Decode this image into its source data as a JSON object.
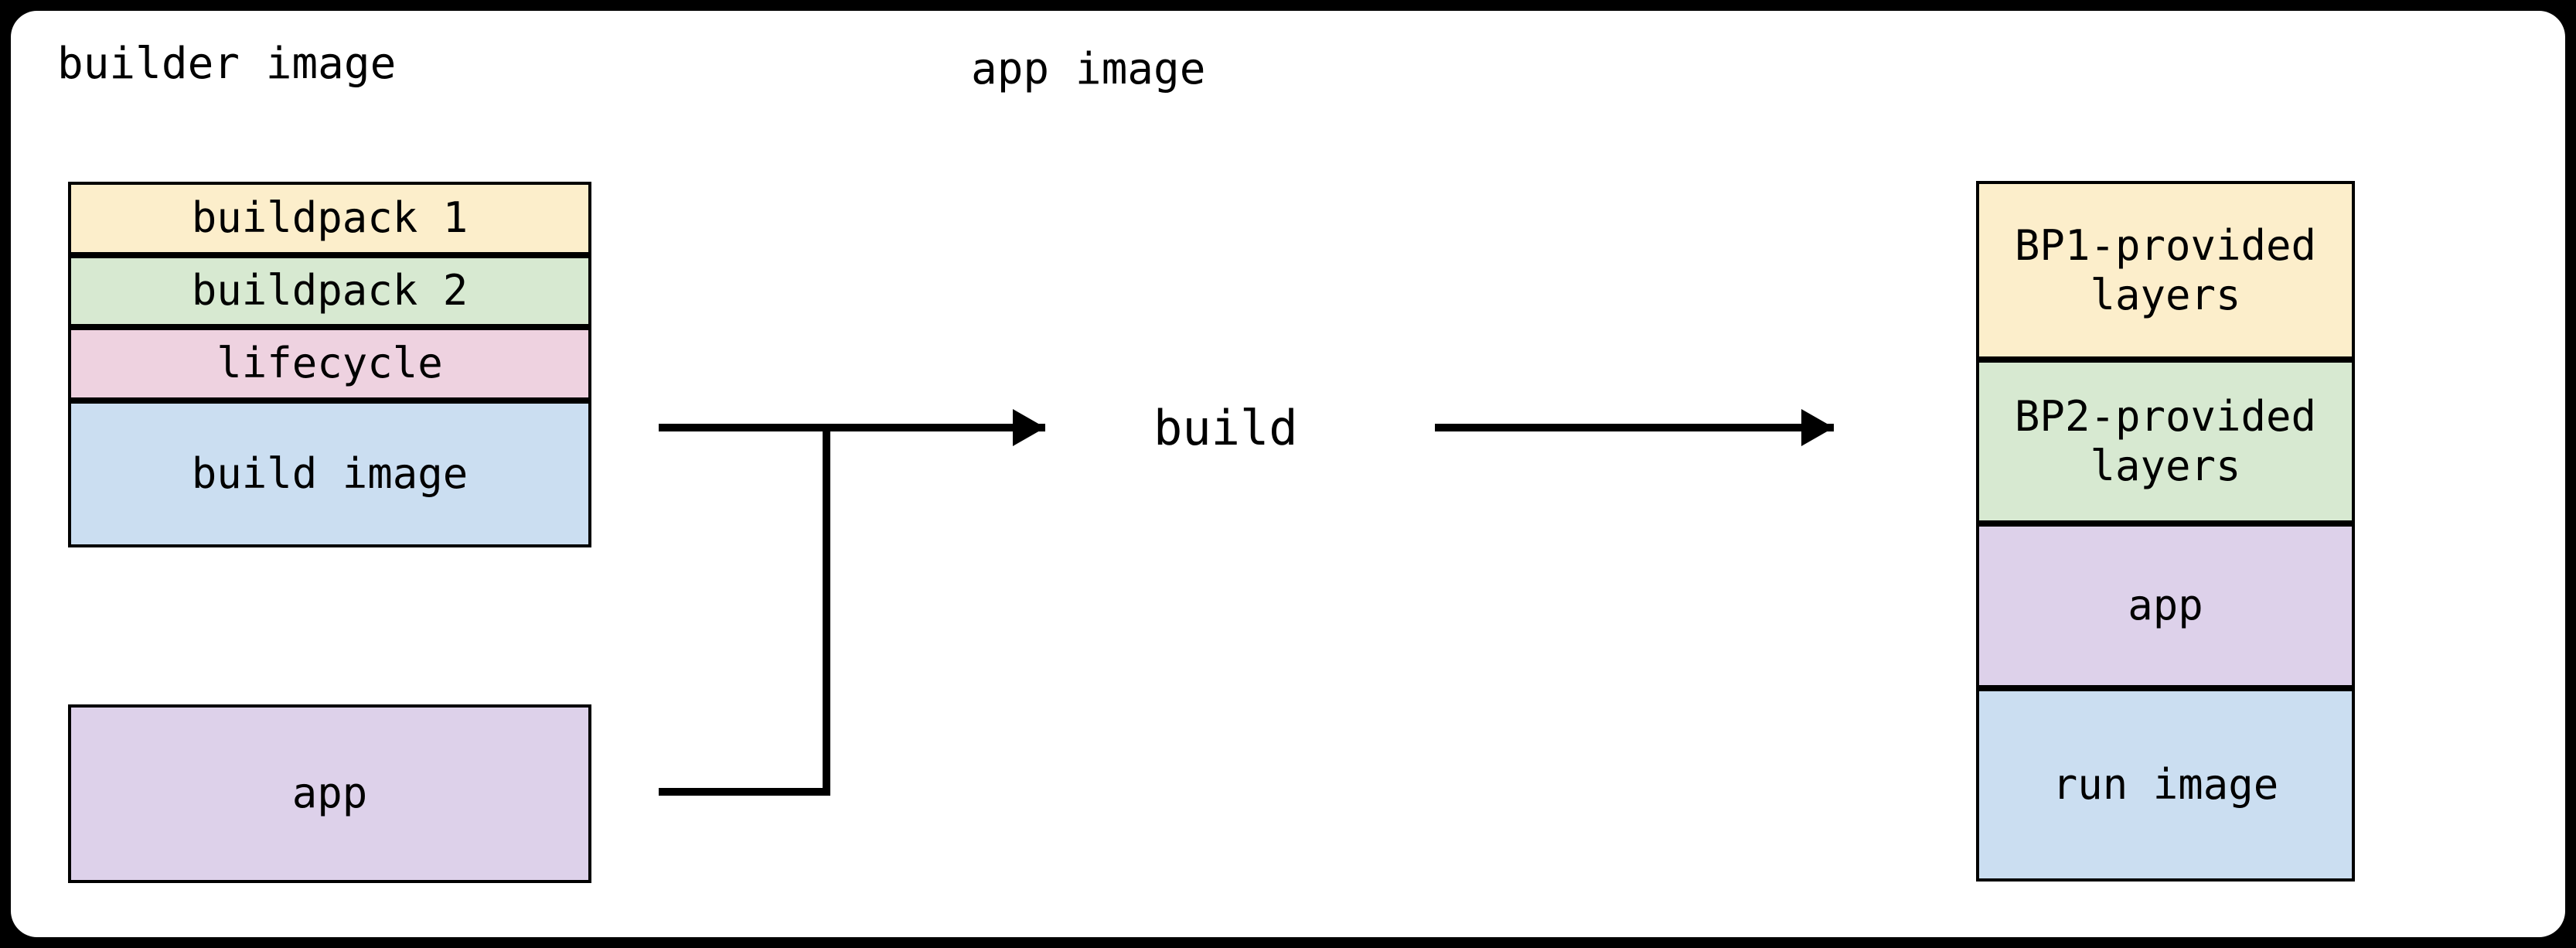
{
  "diagram": {
    "title_left": "builder image",
    "title_right": "app image",
    "middle_label": "build",
    "colors": {
      "buildpack1": "#fceecb",
      "buildpack2": "#d7e9d1",
      "lifecycle": "#eed2e0",
      "build_image": "#cbdef1",
      "app": "#ddd1ea",
      "run_image": "#cbdef1",
      "border": "#000000",
      "frame": "#000000",
      "background": "#ffffff"
    },
    "left_stack": {
      "name": "builder image",
      "layers": [
        {
          "label": "buildpack 1",
          "color_key": "buildpack1"
        },
        {
          "label": "buildpack 2",
          "color_key": "buildpack2"
        },
        {
          "label": "lifecycle",
          "color_key": "lifecycle"
        },
        {
          "label": "build image",
          "color_key": "build_image"
        }
      ]
    },
    "left_app_box": {
      "label": "app",
      "color_key": "app"
    },
    "right_stack": {
      "name": "app image",
      "layers": [
        {
          "label": "BP1-provided\nlayers",
          "line1": "BP1-provided",
          "line2": "layers",
          "color_key": "buildpack1"
        },
        {
          "label": "BP2-provided\nlayers",
          "line1": "BP2-provided",
          "line2": "layers",
          "color_key": "buildpack2"
        },
        {
          "label": "app",
          "color_key": "app"
        },
        {
          "label": "run image",
          "color_key": "run_image"
        }
      ]
    },
    "connectors": [
      {
        "name": "builder-to-build-arrow",
        "kind": "arrow"
      },
      {
        "name": "app-to-build-elbow",
        "kind": "elbow"
      },
      {
        "name": "build-to-app-image-arrow",
        "kind": "arrow"
      }
    ]
  }
}
